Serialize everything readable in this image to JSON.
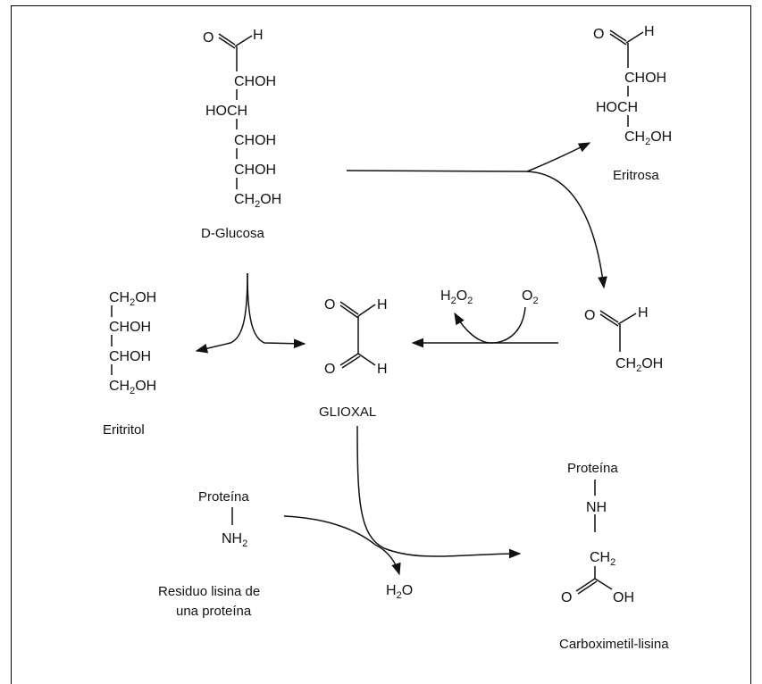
{
  "atoms": {
    "O": "O",
    "H": "H",
    "CHOH": "CHOH",
    "HOCH": "HOCH",
    "CH": "CH",
    "CH2": "2",
    "OH": "OH",
    "NH": "NH",
    "H2": "2",
    "N": "NH",
    "H2O_H": "H",
    "H2O_O": "O",
    "O2_O": "O",
    "sub2": "2"
  },
  "labels": {
    "glucose": "D-Glucosa",
    "erythrose": "Eritrosa",
    "erythritol": "Eritritol",
    "glyoxal": "GLIOXAL",
    "lysine_line1": "Residuo lisina de",
    "lysine_line2": "una proteína",
    "cml": "Carboximetil-lisina",
    "protein_left": "Proteína",
    "protein_right": "Proteína"
  }
}
